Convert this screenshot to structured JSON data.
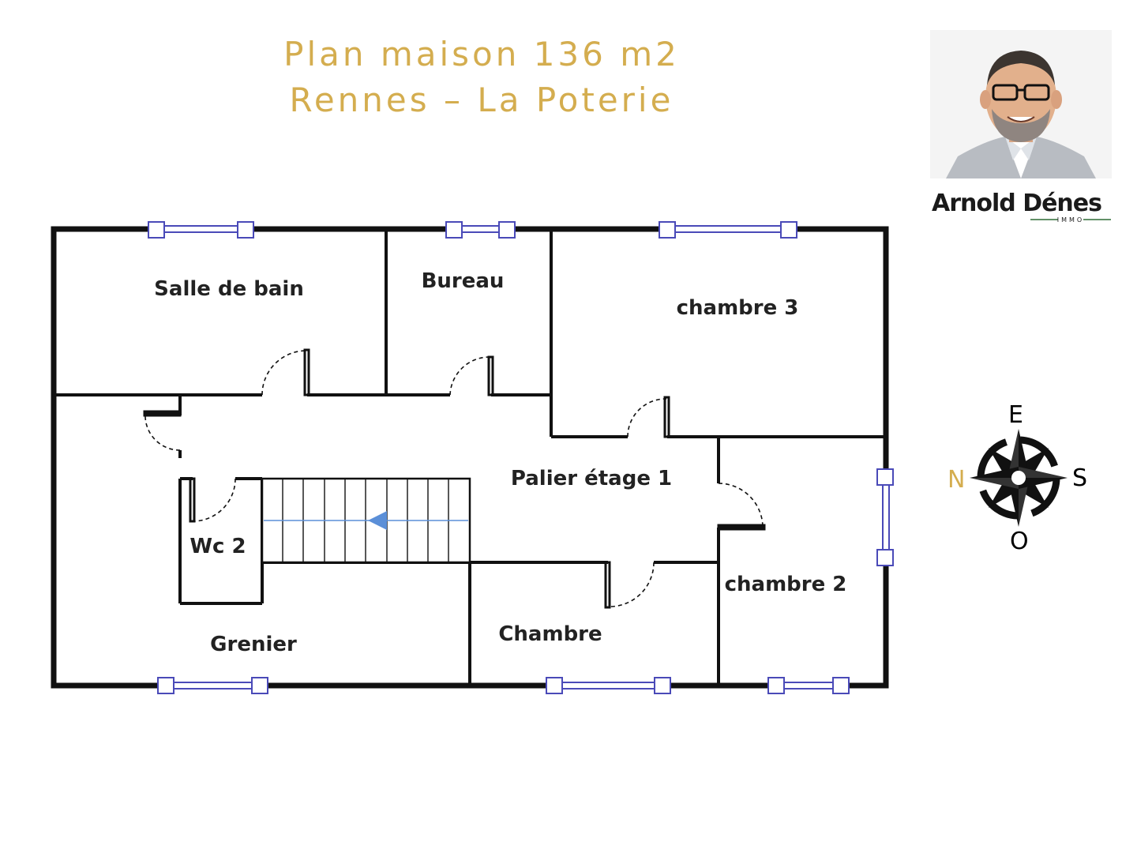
{
  "title": {
    "line1": "Plan maison 136 m2",
    "line2": "Rennes – La Poterie",
    "color": "#d4ad4f"
  },
  "brand": {
    "name_part1": "Arnold ",
    "name_part2": "Dénes",
    "tagline": "IMMO",
    "text_color": "#1a1a1a",
    "accent_color": "#2f6b35"
  },
  "rooms": {
    "salle_de_bain": "Salle de bain",
    "bureau": "Bureau",
    "chambre_3": "chambre 3",
    "palier": "Palier étage 1",
    "wc_2": "Wc 2",
    "grenier": "Grenier",
    "chambre": "Chambre",
    "chambre_2": "chambre 2"
  },
  "compass": {
    "top": "E",
    "left": "N",
    "right": "S",
    "bottom": "O",
    "north_color": "#d4ad4f",
    "other_color": "#000000"
  },
  "colors": {
    "wall": "#111111",
    "window_frame": "#4a4ab8",
    "window_glass": "#ffffff",
    "stair_arrow": "#5b8fd8"
  }
}
